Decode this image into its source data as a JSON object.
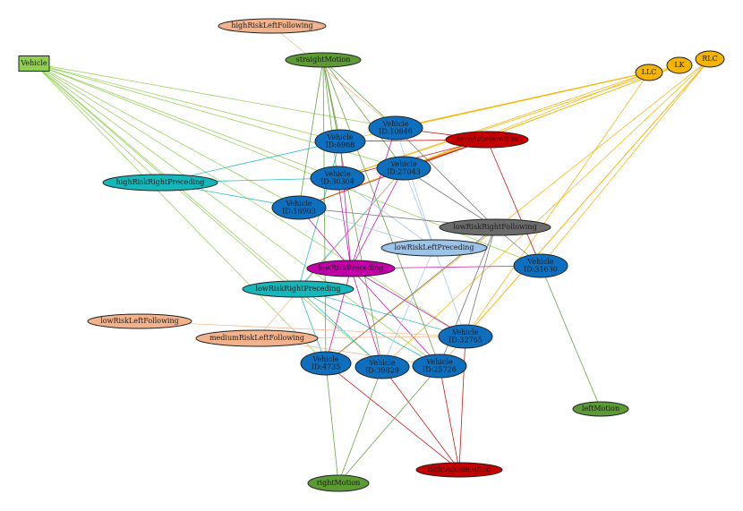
{
  "graph": {
    "colors": {
      "vehicle_type": "#8fce4f",
      "vehicle": "#0d6fbd",
      "motion": "#5c9a34",
      "lane_change": "#f4b400",
      "acceleration": "#c40000",
      "risk_following_left": "#f2b38c",
      "risk_right_preceding": "#15b7ba",
      "low_risk_preceding": "#c200a8",
      "low_risk_left_preceding": "#9cc3e8",
      "low_risk_right_following": "#6b6b6b"
    },
    "nodes": [
      {
        "id": "vehicle_type",
        "shape": "box",
        "color": "vehicle_type",
        "lines": [
          "Vehicle"
        ]
      },
      {
        "id": "hrlf",
        "shape": "ellipse",
        "color": "risk_following_left",
        "lines": [
          "highRiskLeftFollowing"
        ]
      },
      {
        "id": "straight",
        "shape": "ellipse",
        "color": "motion",
        "lines": [
          "straightMotion"
        ]
      },
      {
        "id": "llc",
        "shape": "ellipse",
        "color": "lane_change",
        "lines": [
          "LLC"
        ]
      },
      {
        "id": "lk",
        "shape": "ellipse",
        "color": "lane_change",
        "lines": [
          "LK"
        ]
      },
      {
        "id": "rlc",
        "shape": "ellipse",
        "color": "lane_change",
        "lines": [
          "RLC"
        ]
      },
      {
        "id": "v10846",
        "shape": "ellipse",
        "color": "vehicle",
        "lines": [
          "Vehicle",
          "ID:10846"
        ]
      },
      {
        "id": "zeroacc",
        "shape": "ellipse",
        "color": "acceleration",
        "lines": [
          "zeroAcceleration"
        ],
        "light": true
      },
      {
        "id": "v6968",
        "shape": "ellipse",
        "color": "vehicle",
        "lines": [
          "Vehicle",
          "ID:6968"
        ]
      },
      {
        "id": "v27043",
        "shape": "ellipse",
        "color": "vehicle",
        "lines": [
          "Vehicle",
          "ID:27043"
        ]
      },
      {
        "id": "hrrp",
        "shape": "ellipse",
        "color": "risk_right_preceding",
        "lines": [
          "highRiskRightPreceding"
        ]
      },
      {
        "id": "v30304",
        "shape": "ellipse",
        "color": "vehicle",
        "lines": [
          "Vehicle",
          "ID:30304"
        ]
      },
      {
        "id": "v16903",
        "shape": "ellipse",
        "color": "vehicle",
        "lines": [
          "Vehicle",
          "ID:16903"
        ]
      },
      {
        "id": "lrrf",
        "shape": "ellipse",
        "color": "low_risk_right_following",
        "lines": [
          "lowRiskRightFollowing"
        ]
      },
      {
        "id": "lrlp",
        "shape": "ellipse",
        "color": "low_risk_left_preceding",
        "lines": [
          "lowRiskLeftPreceding"
        ]
      },
      {
        "id": "lrp",
        "shape": "ellipse",
        "color": "low_risk_preceding",
        "lines": [
          "lowRiskPreceding"
        ]
      },
      {
        "id": "v31630",
        "shape": "ellipse",
        "color": "vehicle",
        "lines": [
          "Vehicle",
          "ID:31630"
        ]
      },
      {
        "id": "lrrp",
        "shape": "ellipse",
        "color": "risk_right_preceding",
        "lines": [
          "lowRiskRightPreceding"
        ]
      },
      {
        "id": "lrlf",
        "shape": "ellipse",
        "color": "risk_following_left",
        "lines": [
          "lowRiskLeftFollowing"
        ]
      },
      {
        "id": "mrlf",
        "shape": "ellipse",
        "color": "risk_following_left",
        "lines": [
          "mediumRiskLeftFollowing"
        ]
      },
      {
        "id": "v32765",
        "shape": "ellipse",
        "color": "vehicle",
        "lines": [
          "Vehicle",
          "ID:32765"
        ]
      },
      {
        "id": "v4735",
        "shape": "ellipse",
        "color": "vehicle",
        "lines": [
          "Vehicle",
          "ID:4735"
        ]
      },
      {
        "id": "v39829",
        "shape": "ellipse",
        "color": "vehicle",
        "lines": [
          "Vehicle",
          "ID:39829"
        ]
      },
      {
        "id": "v25726",
        "shape": "ellipse",
        "color": "vehicle",
        "lines": [
          "Vehicle",
          "ID:25726"
        ]
      },
      {
        "id": "leftmotion",
        "shape": "ellipse",
        "color": "motion",
        "lines": [
          "leftMotion"
        ]
      },
      {
        "id": "rightacc",
        "shape": "ellipse",
        "color": "acceleration",
        "lines": [
          "rightAcceleration"
        ],
        "light": true
      },
      {
        "id": "rightmotion",
        "shape": "ellipse",
        "color": "motion",
        "lines": [
          "rightMotion"
        ]
      }
    ],
    "edge_groups": [
      {
        "color": "vehicle_type",
        "from": "vehicle_type",
        "to": [
          "v10846",
          "v6968",
          "v27043",
          "v30304",
          "v16903",
          "v31630",
          "v32765",
          "v4735",
          "v39829",
          "v25726",
          "hrrp",
          "lrrp"
        ]
      },
      {
        "color": "motion",
        "from": "straight",
        "to": [
          "v10846",
          "v6968",
          "v27043",
          "v30304",
          "v16903",
          "v4735",
          "v39829",
          "v25726"
        ]
      },
      {
        "color": "lane_change",
        "from": "llc",
        "to": [
          "v10846",
          "v6968",
          "v27043",
          "v30304",
          "v32765"
        ]
      },
      {
        "color": "lane_change",
        "from": "lk",
        "to": [
          "v10846",
          "v27043",
          "v30304",
          "v16903"
        ]
      },
      {
        "color": "lane_change",
        "from": "rlc",
        "to": [
          "v31630",
          "v32765",
          "v39829",
          "v25726",
          "v4735"
        ]
      },
      {
        "color": "acceleration",
        "from": "zeroacc",
        "to": [
          "v10846",
          "v6968",
          "v27043",
          "v30304",
          "v16903",
          "v31630"
        ]
      },
      {
        "color": "acceleration",
        "from": "rightacc",
        "to": [
          "v4735",
          "v39829",
          "v25726",
          "v32765"
        ]
      },
      {
        "color": "risk_right_preceding",
        "from": "hrrp",
        "to": [
          "v6968",
          "v30304",
          "v16903"
        ]
      },
      {
        "color": "risk_right_preceding",
        "from": "lrrp",
        "to": [
          "v27043",
          "v6968",
          "v4735",
          "v39829",
          "v25726",
          "v32765"
        ]
      },
      {
        "color": "low_risk_preceding",
        "from": "lrp",
        "to": [
          "v10846",
          "v6968",
          "v27043",
          "v30304",
          "v16903",
          "v31630",
          "v32765",
          "v4735",
          "v39829",
          "v25726"
        ]
      },
      {
        "color": "low_risk_left_preceding",
        "from": "lrlp",
        "to": [
          "v10846",
          "v27043",
          "v16903",
          "v30304",
          "v32765",
          "v39829"
        ]
      },
      {
        "color": "low_risk_right_following",
        "from": "lrrf",
        "to": [
          "v10846",
          "v27043",
          "v16903",
          "v31630",
          "v32765",
          "v4735",
          "v25726"
        ]
      },
      {
        "color": "risk_following_left",
        "from": "hrlf",
        "to": [
          "v10846"
        ]
      },
      {
        "color": "risk_following_left",
        "from": "lrlf",
        "to": [
          "v32765"
        ]
      },
      {
        "color": "risk_following_left",
        "from": "mrlf",
        "to": [
          "v32765",
          "v25726",
          "v27043"
        ]
      },
      {
        "color": "motion",
        "from": "rightmotion",
        "to": [
          "v4735",
          "v39829",
          "v25726"
        ]
      },
      {
        "color": "motion",
        "from": "leftmotion",
        "to": [
          "v31630"
        ]
      }
    ]
  }
}
